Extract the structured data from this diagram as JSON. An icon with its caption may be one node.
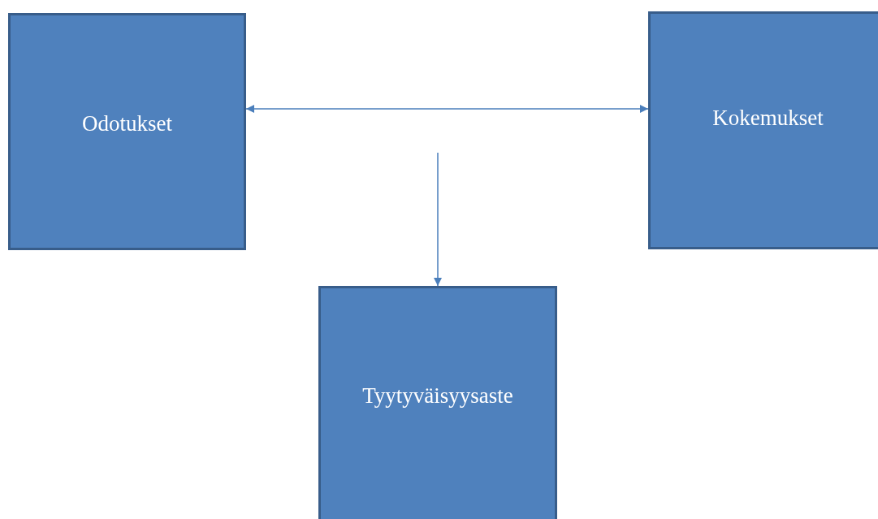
{
  "diagram": {
    "nodes": [
      {
        "text": [
          "Odotukset"
        ]
      },
      {
        "text": [
          "Kokemukset"
        ]
      },
      {
        "text": [
          "Tyytyväisyysaste"
        ]
      }
    ],
    "edges": [
      {
        "from": 0,
        "to": 1,
        "arrow": "both"
      },
      {
        "from": null,
        "to": 2,
        "arrow": "to"
      }
    ]
  }
}
